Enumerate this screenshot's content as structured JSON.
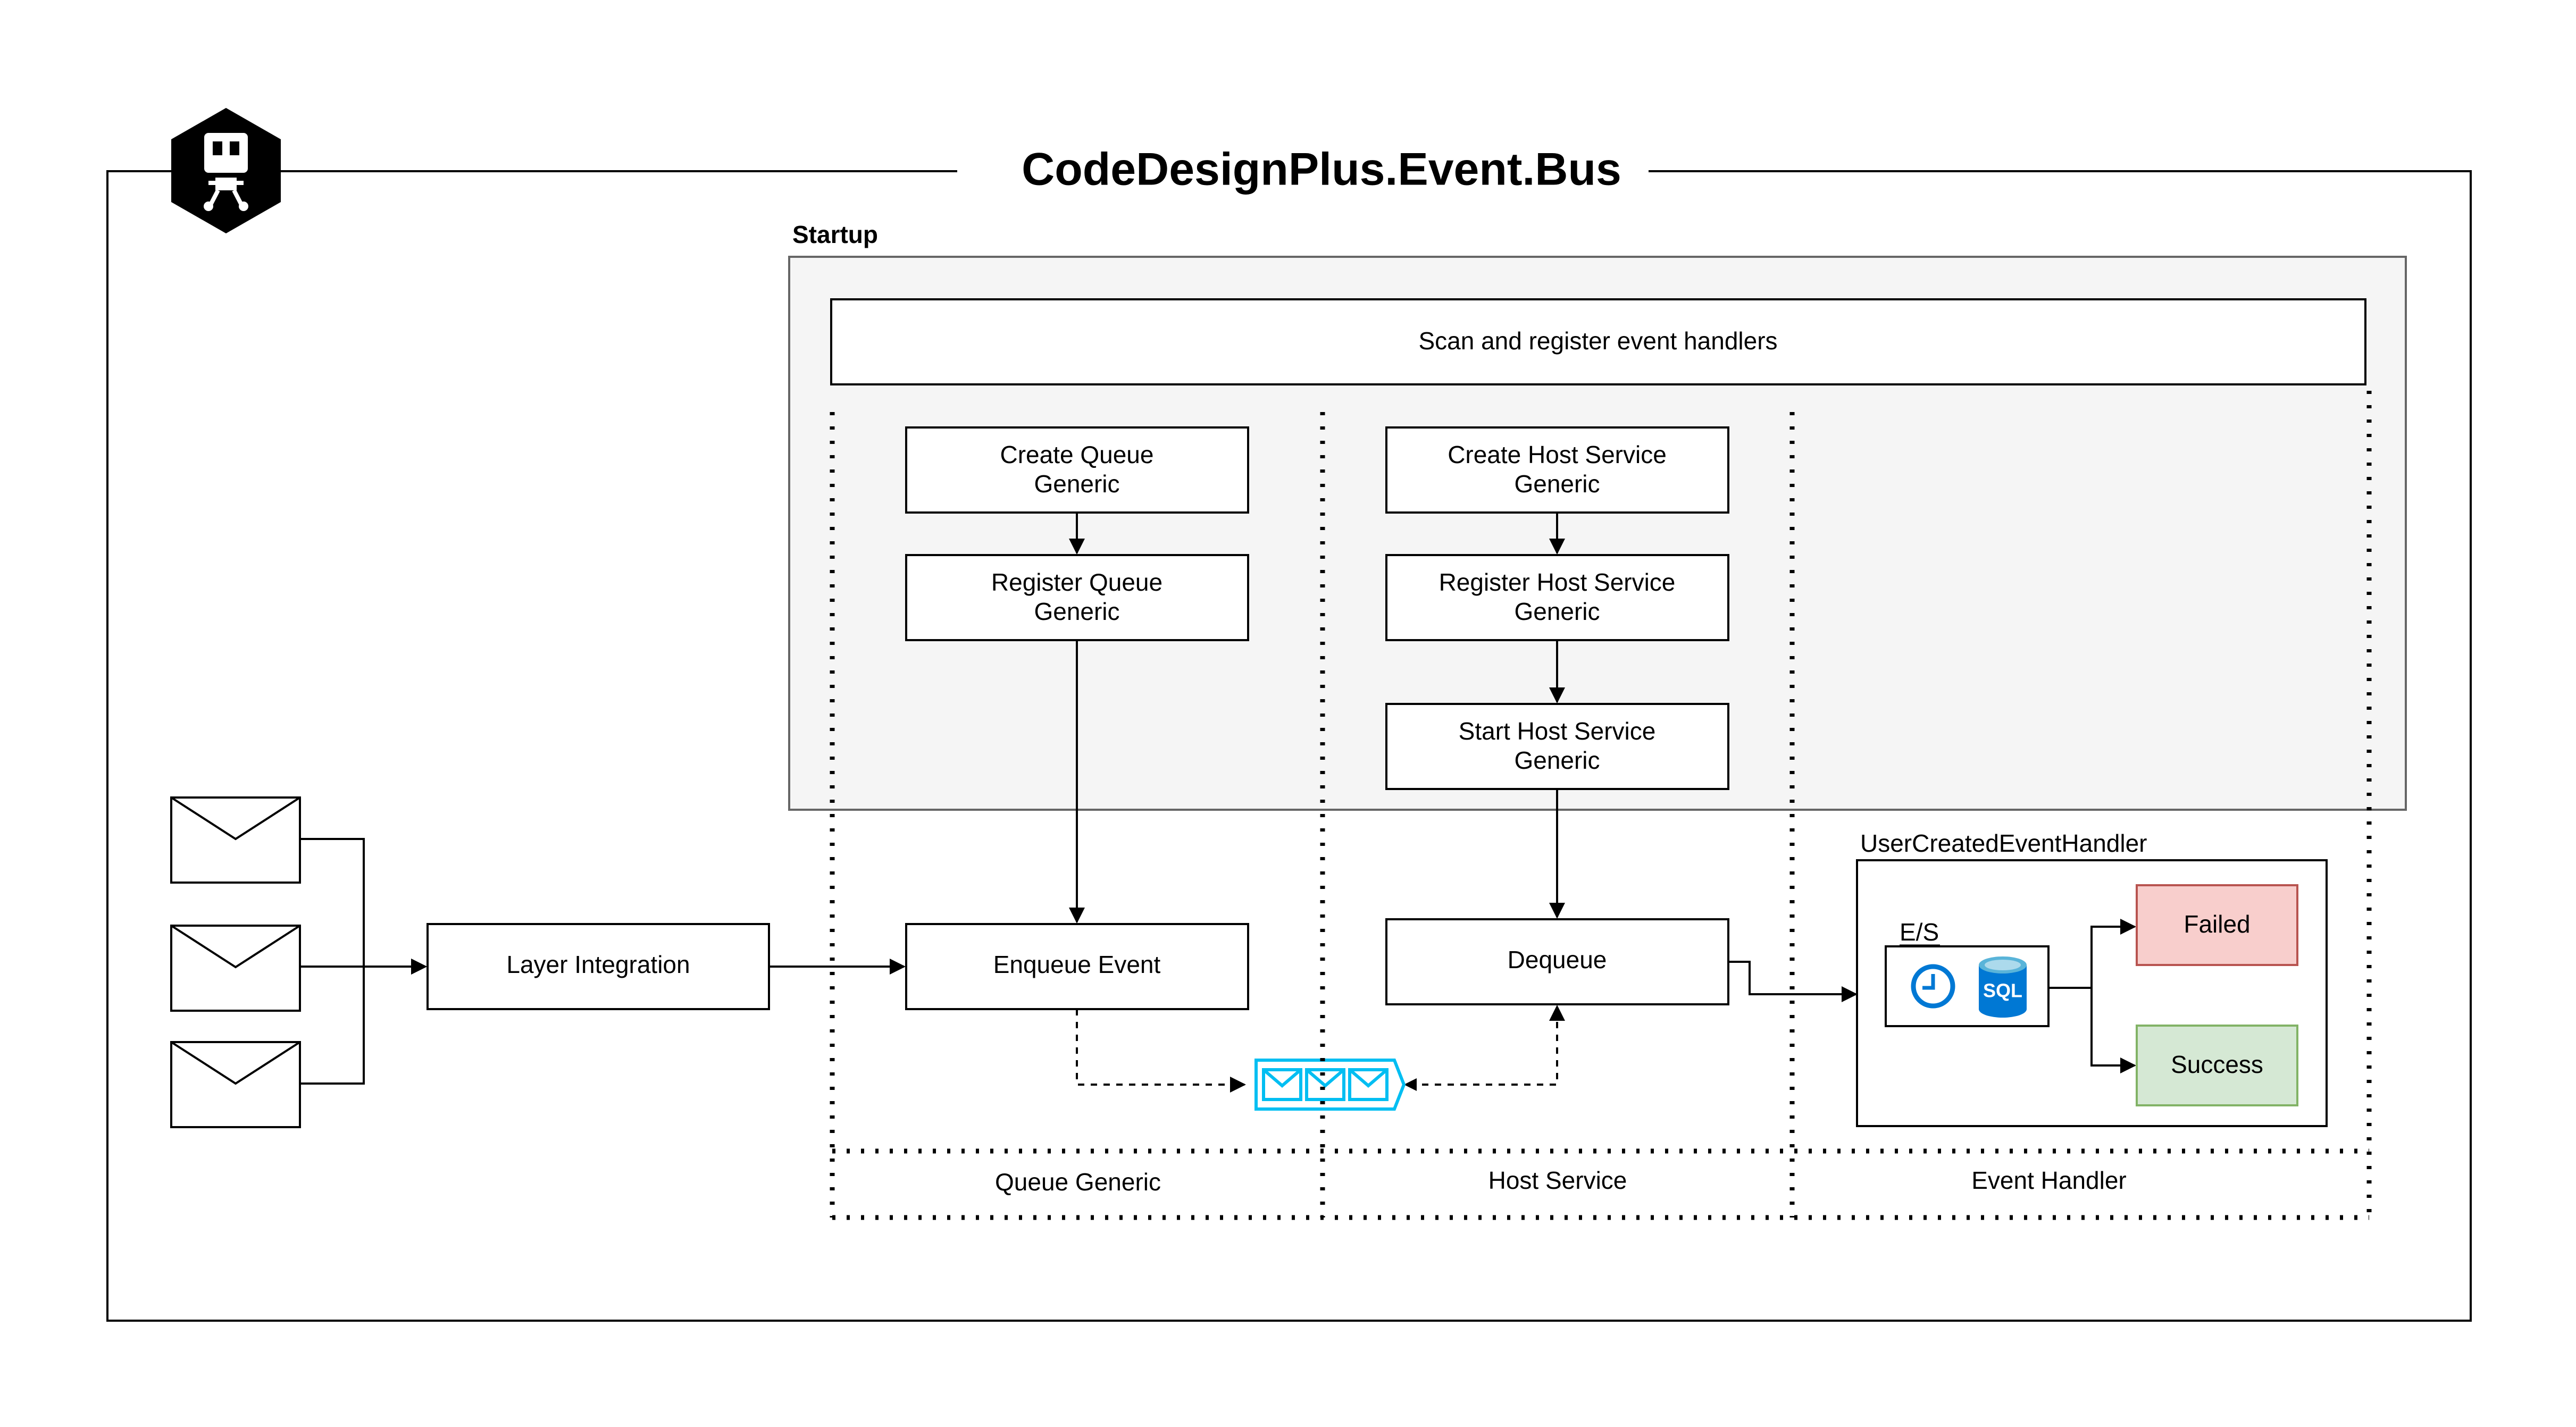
{
  "title": "CodeDesignPlus.Event.Bus",
  "startup_label": "Startup",
  "scan_label": "Scan and register event handlers",
  "queue_column": {
    "create": [
      "Create Queue",
      "Generic"
    ],
    "register": [
      "Register Queue",
      "Generic"
    ],
    "enqueue": "Enqueue Event",
    "footer": "Queue Generic"
  },
  "host_column": {
    "create": [
      "Create Host Service",
      "Generic"
    ],
    "register": [
      "Register Host Service",
      "Generic"
    ],
    "start": [
      "Start Host Service",
      "Generic"
    ],
    "dequeue": "Dequeue",
    "footer": "Host Service"
  },
  "handler_column": {
    "container_label": "UserCreatedEventHandler",
    "es_label": "E/S",
    "sql_label": "SQL",
    "failed": "Failed",
    "success": "Success",
    "footer": "Event Handler"
  },
  "layer_integration": "Layer Integration",
  "icons": [
    "robot-logo-icon",
    "envelope-icon",
    "envelope-icon",
    "envelope-icon",
    "message-queue-icon",
    "clock-icon",
    "sql-database-icon"
  ],
  "colors": {
    "startup_fill": "#f5f5f5",
    "startup_stroke": "#666666",
    "failed_fill": "#f8cecc",
    "failed_stroke": "#b85450",
    "success_fill": "#d5e8d4",
    "success_stroke": "#82b366",
    "queue_icon": "#00bef2",
    "clock_icon": "#0078d4",
    "sql_icon": "#0078d4"
  }
}
